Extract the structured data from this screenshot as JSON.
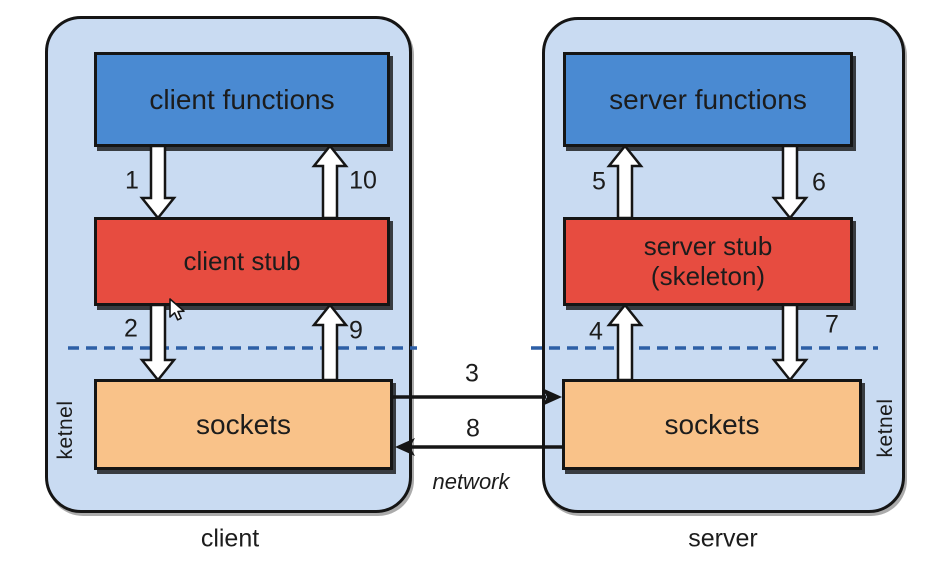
{
  "colors": {
    "container": "#c9dbf2",
    "functions": "#4a8ad2",
    "stub": "#e74c40",
    "sockets": "#f9c289",
    "dash": "#2d5fa6",
    "border": "#151515"
  },
  "client": {
    "caption": "client",
    "kernel_label": "ketnel",
    "functions_label": "client functions",
    "stub_label": "client stub",
    "sockets_label": "sockets"
  },
  "server": {
    "caption": "server",
    "kernel_label": "ketnel",
    "functions_label": "server functions",
    "stub_label_line1": "server stub",
    "stub_label_line2": "(skeleton)",
    "sockets_label": "sockets"
  },
  "network_label": "network",
  "steps": {
    "1": "1",
    "2": "2",
    "3": "3",
    "4": "4",
    "5": "5",
    "6": "6",
    "7": "7",
    "8": "8",
    "9": "9",
    "10": "10"
  }
}
